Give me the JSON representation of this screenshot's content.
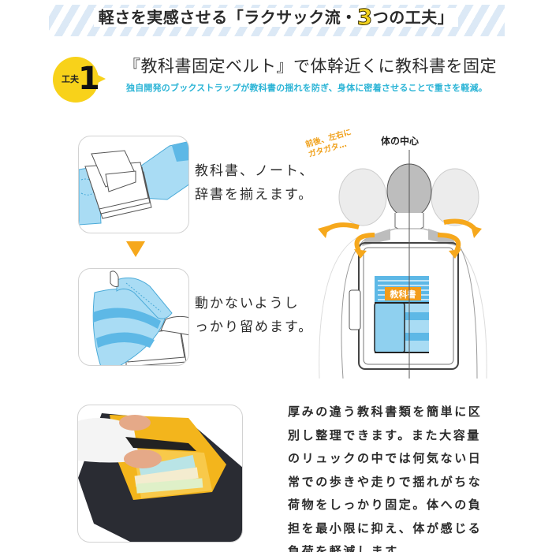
{
  "header": {
    "title_before": "軽さを実感させる「ラクサック流・",
    "title_number": "3",
    "title_after": "つの工夫」"
  },
  "feature": {
    "badge_label": "工夫",
    "badge_number": "1",
    "heading": "『教科書固定ベルト』で体幹近くに教科書を固定",
    "subheading": "独自開発のブックストラップが教科書の揺れを防ぎ、身体に密着させることで重さを軽減。"
  },
  "steps": [
    {
      "line1": "教科書、ノート、",
      "line2": "辞書を揃えます。"
    },
    {
      "line1": "動かないようし",
      "line2": "っかり留めます。"
    }
  ],
  "diagram": {
    "center_label": "体の中心",
    "wobble_label": "前後、左右に\nガタガタ…",
    "book_label": "教科書"
  },
  "description": "厚みの違う教科書類を簡単に区別し整理できます。また大容量のリュックの中では何気ない日常での歩きや走りで揺れがちな荷物をしっかり固定。体への負担を最小限に抑え、体が感じる負荷を軽減します。",
  "description_lines": [
    "厚みの違う教科書類を簡単に区",
    "別し整理できます。また大容量",
    "のリュックの中では何気ない日",
    "常での歩きや走りで揺れがちな",
    "荷物をしっかり固定。体への負",
    "担を最小限に抑え、体が感じる",
    "負荷を軽減します。"
  ],
  "colors": {
    "accent_yellow": "#f8d21a",
    "accent_orange": "#f6a81c",
    "accent_cyan": "#2bb4d6",
    "strap_blue": "#8fd0ef",
    "stripe_blue": "#dce9f6"
  }
}
